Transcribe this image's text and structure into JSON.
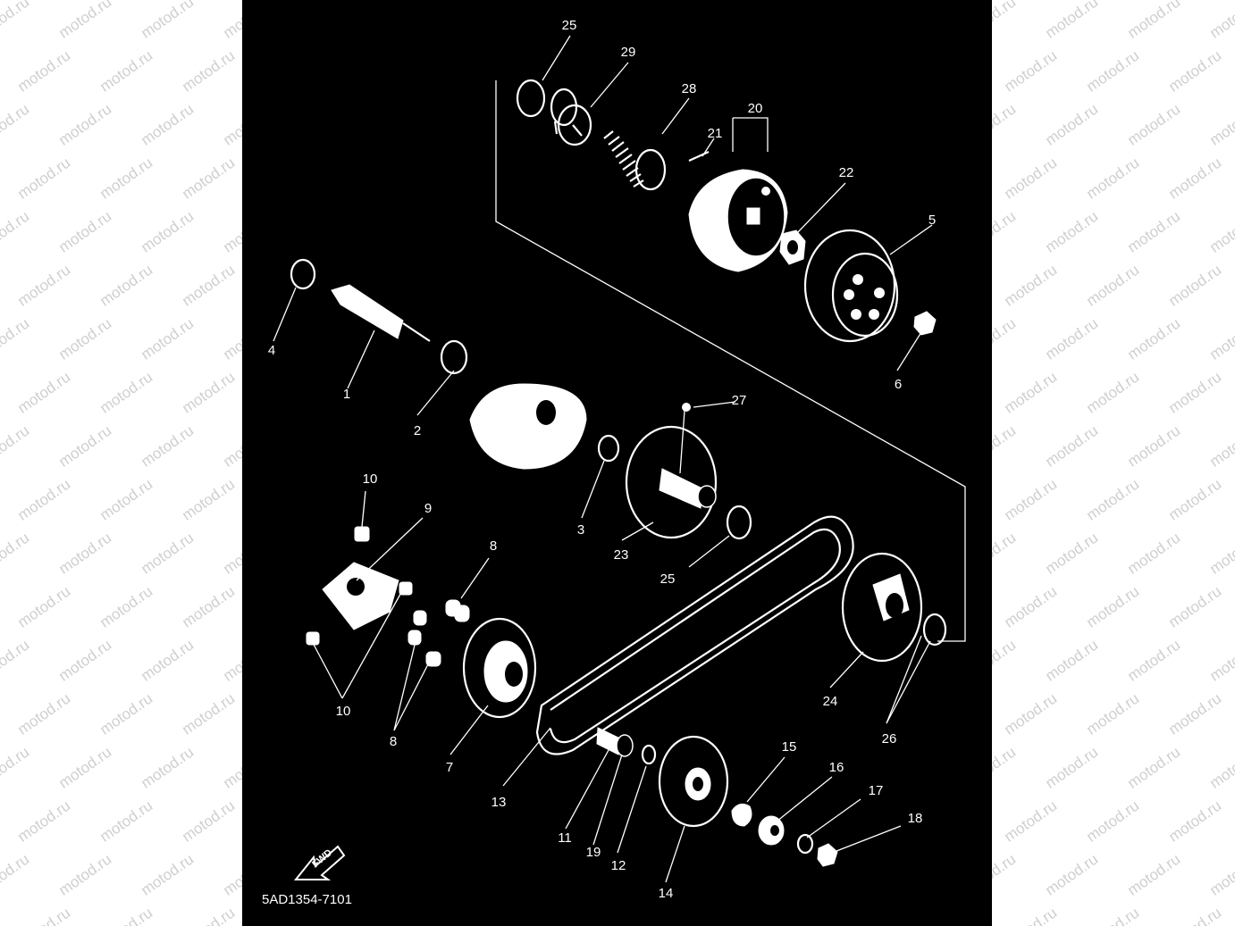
{
  "watermark": "motod.ru",
  "diagram_code": "5AD1354-7101",
  "fwd_label": "FWD",
  "part_labels": {
    "p1": "1",
    "p2": "2",
    "p3": "3",
    "p4": "4",
    "p5": "5",
    "p6": "6",
    "p7": "7",
    "p8a": "8",
    "p8b": "8",
    "p9": "9",
    "p10a": "10",
    "p10b": "10",
    "p11": "11",
    "p12": "12",
    "p13": "13",
    "p14": "14",
    "p15": "15",
    "p16": "16",
    "p17": "17",
    "p18": "18",
    "p19": "19",
    "p20": "20",
    "p21": "21",
    "p22": "22",
    "p23": "23",
    "p24": "24",
    "p25a": "25",
    "p25b": "25",
    "p26": "26",
    "p27": "27",
    "p28": "28",
    "p29": "29"
  }
}
